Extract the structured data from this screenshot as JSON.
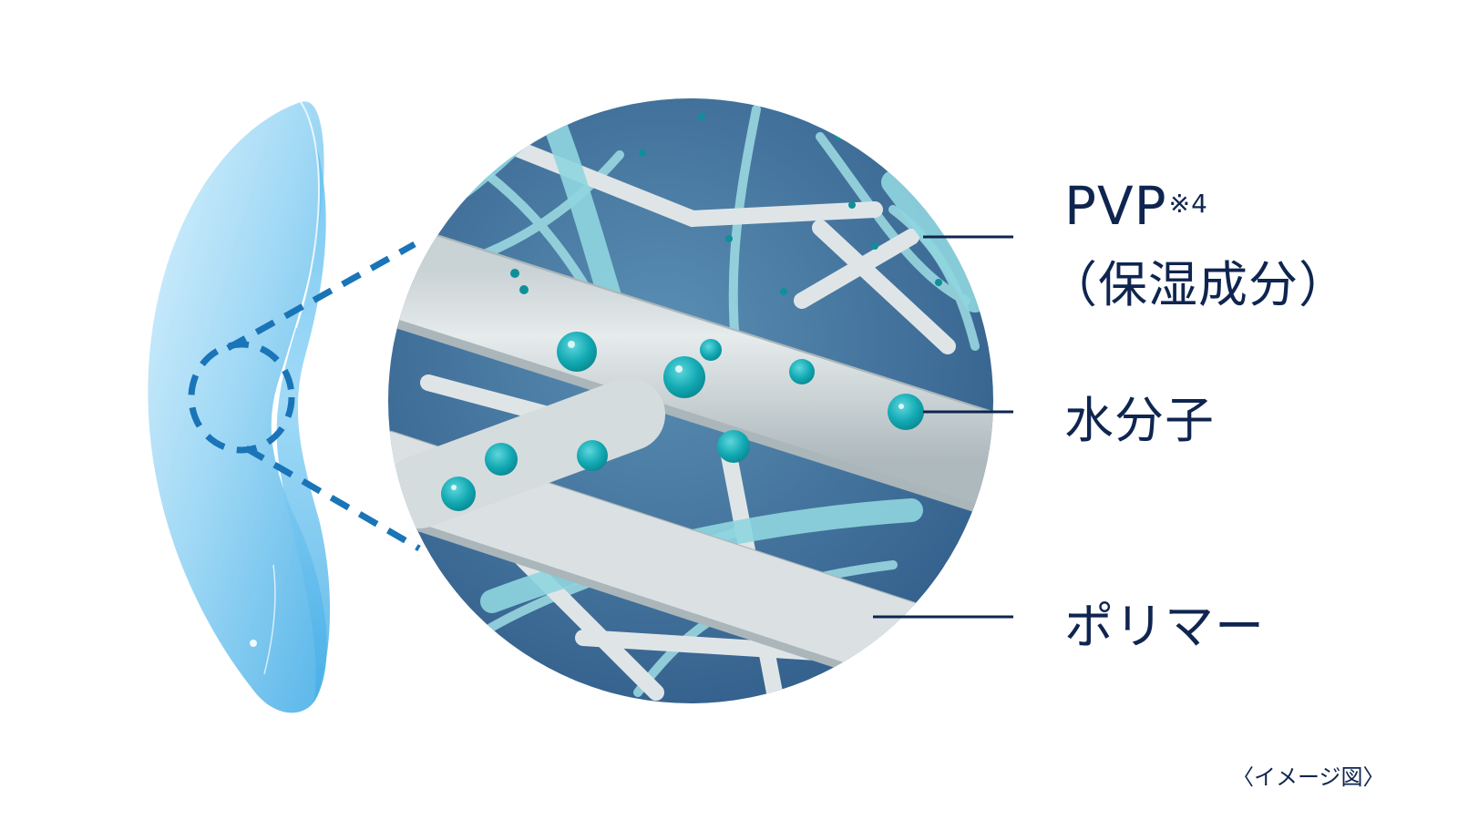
{
  "figure": {
    "kind": "contact lens material cross-section illustration",
    "colors": {
      "text": "#0f2550",
      "leader_line": "#0f2550",
      "dashed_callout": "#1a74b8",
      "lens_fill": "#7cc8f0",
      "circle_background": "#3f6f98",
      "polymer_strand": "#d7dde0",
      "pvp_strand": "#8fd6df",
      "water_molecule": "#14aab4"
    }
  },
  "labels": {
    "pvp": "PVP",
    "pvp_note": "※4",
    "pvp_sub": "（保湿成分）",
    "water": "水分子",
    "polymer": "ポリマー"
  },
  "caption": "〈イメージ図〉"
}
